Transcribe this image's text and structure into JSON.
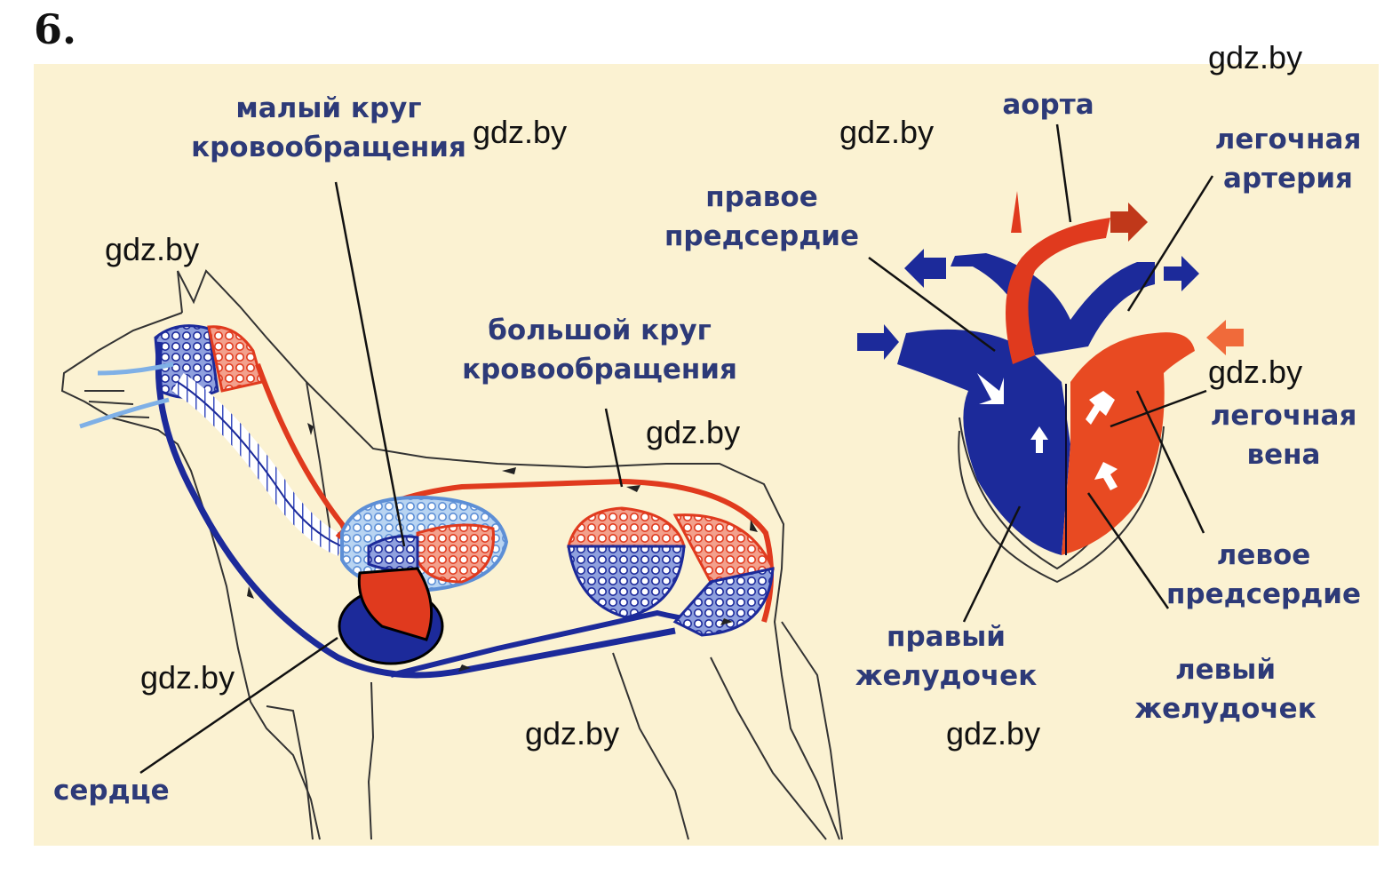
{
  "task_number": "6.",
  "watermark": "gdz.by",
  "labels": {
    "small_circle": [
      "малый круг",
      "кровообращения"
    ],
    "big_circle": [
      "большой круг",
      "кровообращения"
    ],
    "heart": "сердце",
    "aorta": "аорта",
    "pulmonary_artery": [
      "легочная",
      "артерия"
    ],
    "right_atrium": [
      "правое",
      "предсердие"
    ],
    "pulmonary_vein": [
      "легочная",
      "вена"
    ],
    "left_atrium": [
      "левое",
      "предсердие"
    ],
    "right_ventricle": [
      "правый",
      "желудочек"
    ],
    "left_ventricle": [
      "левый",
      "желудочек"
    ]
  },
  "colors": {
    "background": "#fbf2d2",
    "venous_blood": "#1c2a9a",
    "arterial_blood": "#e03a1e",
    "capillary_light": "#7fb0e6",
    "label_text": "#2d3a78"
  }
}
